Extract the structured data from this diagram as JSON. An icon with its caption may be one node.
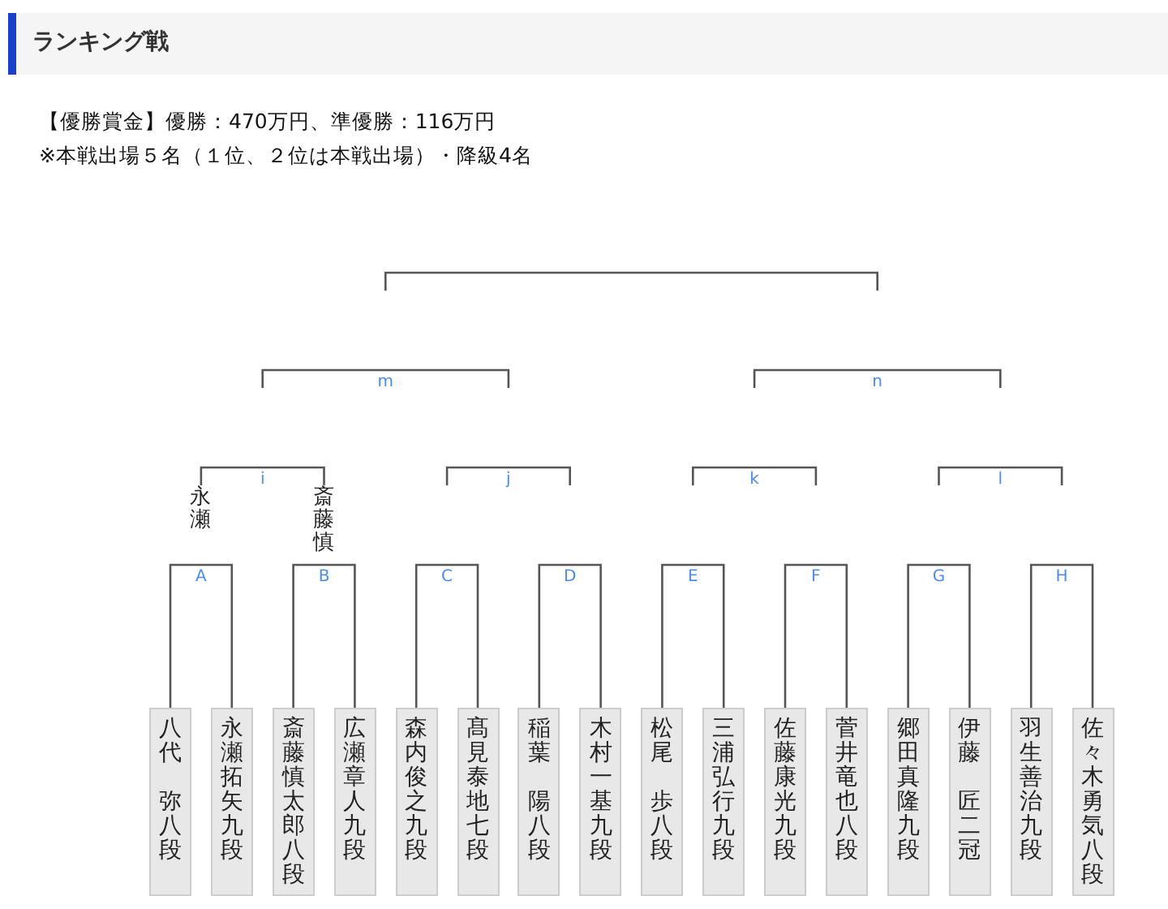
{
  "diagram": {
    "title": "ランキング戦",
    "nodes": [
      {
        "text": [
          "八代",
          "弥八段"
        ]
      },
      {
        "text": [
          "永瀬拓矢九段"
        ]
      },
      {
        "text": [
          "斎藤慎太郎八段"
        ]
      },
      {
        "text": [
          "広瀬章人九段"
        ]
      },
      {
        "text": [
          "森内俊之九段"
        ]
      },
      {
        "text": [
          "髙見泰地七段"
        ]
      },
      {
        "text": [
          "稲葉",
          "陽八段"
        ]
      },
      {
        "text": [
          "木村一基九段"
        ]
      },
      {
        "text": [
          "松尾",
          "歩八段"
        ]
      },
      {
        "text": [
          "三浦弘行九段"
        ]
      },
      {
        "text": [
          "佐藤康光九段"
        ]
      },
      {
        "text": [
          "菅井竜也八段"
        ]
      },
      {
        "text": [
          "郷田真隆九段"
        ]
      },
      {
        "text": [
          "伊藤",
          "匠二冠"
        ]
      },
      {
        "text": [
          "羽生善治九段"
        ]
      },
      {
        "text": [
          "佐々木勇気八段"
        ]
      }
    ],
    "labels": [
      "【優勝賞金】優勝：470万円、準優勝：116万円",
      "※本戦出場５名（１位、２位は本戦出場）・降級4名",
      "m",
      "n",
      "i",
      "j",
      "k",
      "l",
      "永瀬",
      "斎藤慎",
      "A",
      "B",
      "C",
      "D",
      "E",
      "F",
      "G",
      "H"
    ]
  }
}
